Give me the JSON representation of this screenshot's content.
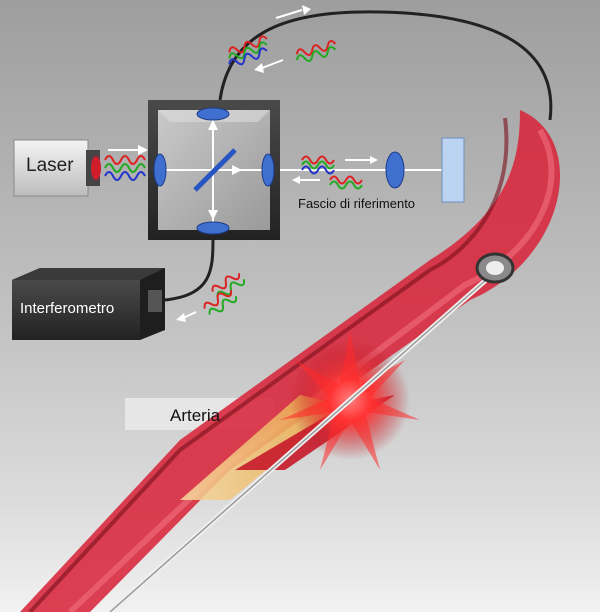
{
  "labels": {
    "laser": "Laser",
    "interferometer": "Interferometro",
    "reference_beam": "Fascio di riferimento",
    "artery": "Arteria"
  },
  "colors": {
    "background_top": "#9e9e9e",
    "background_bottom": "#e8e8e8",
    "artery_red": "#d8263a",
    "artery_dark": "#7a0f1a",
    "lens_blue": "#3f6fcf",
    "wave_red": "#d22",
    "wave_green": "#2a2",
    "wave_blue": "#23c"
  },
  "icons": [
    "laser-device",
    "beam-splitter",
    "lens",
    "reference-mirror",
    "catheter-probe",
    "interferometer-box"
  ]
}
